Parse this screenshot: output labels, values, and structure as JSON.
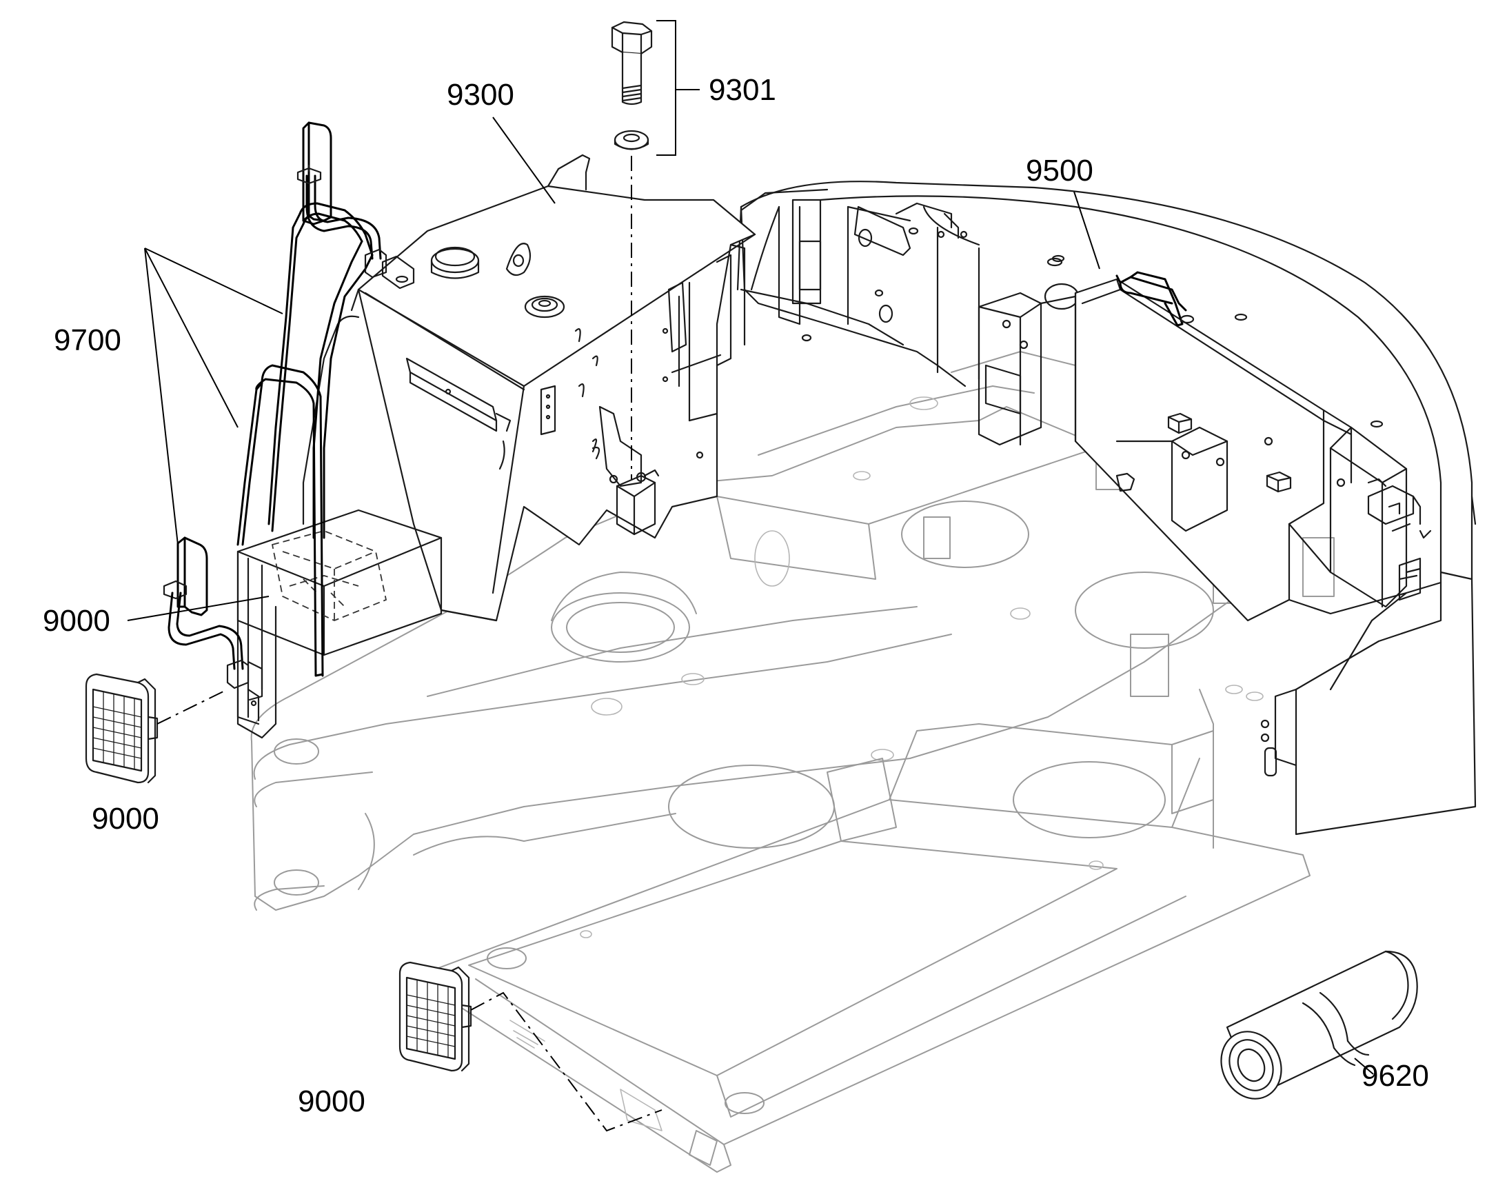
{
  "diagram": {
    "callouts": {
      "c9300": "9300",
      "c9301": "9301",
      "c9500": "9500",
      "c9700": "9700",
      "c9000_panel": "9000",
      "c9000_lamp_left": "9000",
      "c9000_lamp_bottom": "9000",
      "c9620": "9620"
    },
    "colors": {
      "ink": "#1a1a1a",
      "ghost": "#9a9a9a",
      "background": "#ffffff"
    }
  }
}
